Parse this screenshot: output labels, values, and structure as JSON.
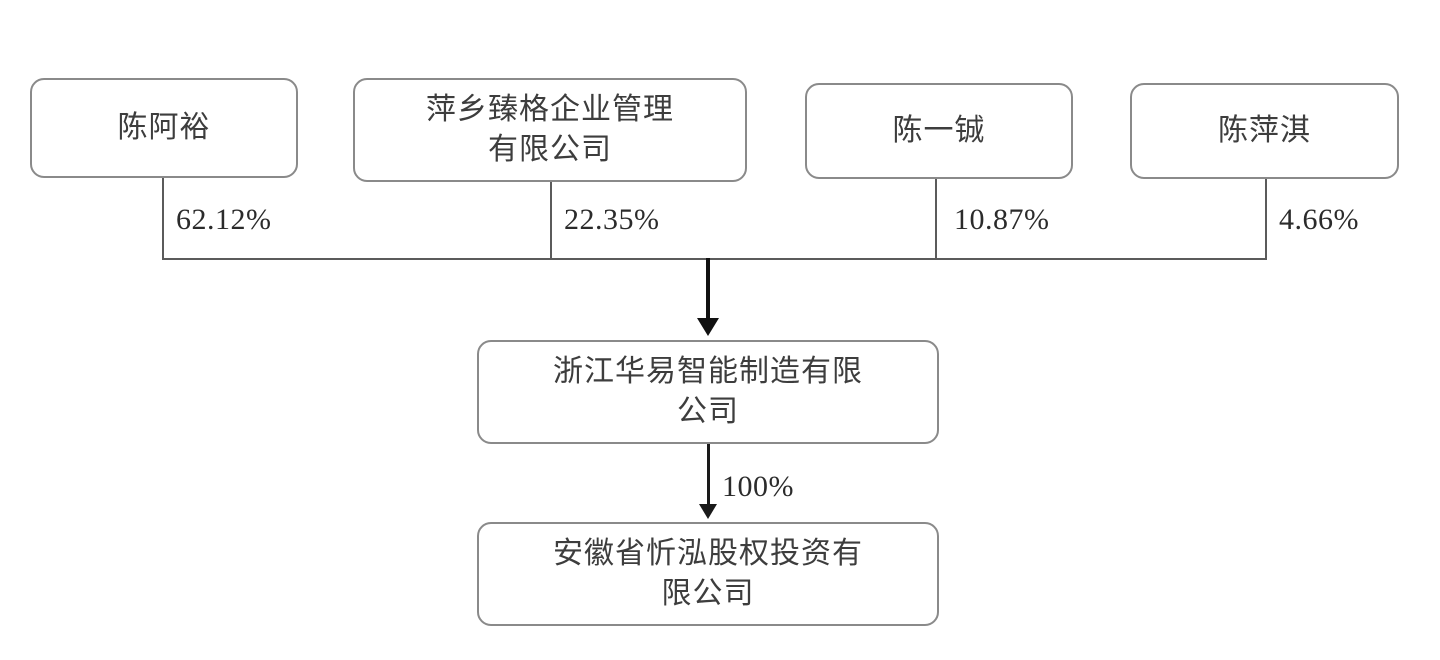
{
  "diagram": {
    "type": "ownership-structure-chart",
    "title": "",
    "background_color": "#ffffff",
    "box_border_color": "#8a8a8a",
    "line_color": "#5b5b5b",
    "arrow_color": "#111111",
    "shareholders": [
      {
        "id": "chen-ayu",
        "label": "陈阿裕",
        "percent": "62.12%"
      },
      {
        "id": "pingxiang",
        "label": "萍乡臻格企业管理\n有限公司",
        "percent": "22.35%"
      },
      {
        "id": "chen-yicheng",
        "label": "陈一铖",
        "percent": "10.87%"
      },
      {
        "id": "chen-pingqi",
        "label": "陈萍淇",
        "percent": "4.66%"
      }
    ],
    "entities": [
      {
        "id": "zhejiang",
        "label": "浙江华易智能制造有限\n公司"
      },
      {
        "id": "anhui",
        "label": "安徽省忻泓股权投资有\n限公司"
      }
    ],
    "subsidiary_link": {
      "from": "zhejiang",
      "to": "anhui",
      "percent": "100%"
    }
  }
}
